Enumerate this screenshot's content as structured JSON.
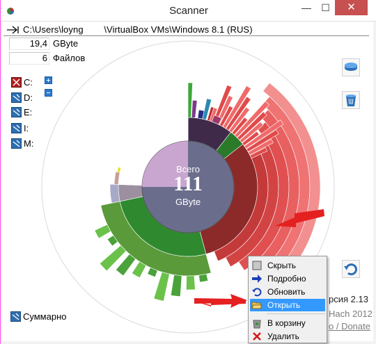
{
  "window": {
    "title": "Scanner",
    "minimize_glyph": "—",
    "maximize_glyph": "☐",
    "close_glyph": "✕"
  },
  "path": {
    "text": "C:\\Users\\loyng        \\VirtualBox VMs\\Windows 8.1 (RUS)"
  },
  "stats": {
    "size_value": "19,4",
    "size_unit": "GByte",
    "files_value": "6",
    "files_label": "Файлов"
  },
  "drives": [
    {
      "label": "C:",
      "color": "#b02020"
    },
    {
      "label": "D:",
      "color": "#2d6fb0"
    },
    {
      "label": "E:",
      "color": "#2d6fb0"
    },
    {
      "label": "I:",
      "color": "#2d6fb0"
    },
    {
      "label": "M:",
      "color": "#2d6fb0"
    }
  ],
  "center": {
    "label": "Всего",
    "value": "111",
    "unit": "GByte"
  },
  "summary": {
    "label": "Суммарно"
  },
  "about": {
    "version": "рсия 2.13",
    "copyright": "Hach 2012",
    "donate": "o / Donate"
  },
  "context_menu": {
    "items": [
      {
        "label": "Скрыть",
        "icon": "hide-icon"
      },
      {
        "label": "Подробно",
        "icon": "arrow-right-icon"
      },
      {
        "label": "Обновить",
        "icon": "refresh-icon"
      },
      {
        "label": "Открыть",
        "icon": "open-folder-icon",
        "highlighted": true
      },
      {
        "label": "В корзину",
        "icon": "recycle-bin-icon"
      },
      {
        "label": "Удалить",
        "icon": "delete-icon"
      }
    ]
  },
  "colors": {
    "accent": "#3399ff",
    "disk_center": "#6b6d8c",
    "arrow": "#e52020"
  }
}
